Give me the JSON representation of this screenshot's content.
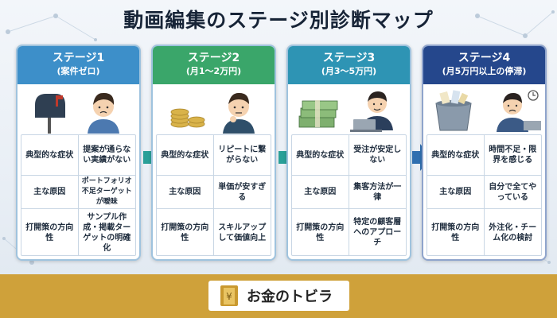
{
  "title": "動画編集のステージ別診断マップ",
  "colors": {
    "stage1": "#3d8fc9",
    "stage2": "#3aa66a",
    "stage3": "#2e94b4",
    "stage4": "#25478c",
    "arrow": "#2aa098",
    "footer": "#cfa13a"
  },
  "stages": [
    {
      "name": "ステージ1",
      "sub": "(案件ゼロ)",
      "illustration": "mailbox-worried-person",
      "rows": [
        {
          "label": "典型的な症状",
          "value": "提案が通らない実績がない"
        },
        {
          "label": "主な原因",
          "value": "ポートフォリオ不足ターゲットが曖昧"
        },
        {
          "label": "打開策の方向性",
          "value": "サンプル作成・掲載ターゲットの明確化"
        }
      ]
    },
    {
      "name": "ステージ2",
      "sub": "(月1〜2万円)",
      "illustration": "coins-thinking-person",
      "rows": [
        {
          "label": "典型的な症状",
          "value": "リピートに繋がらない"
        },
        {
          "label": "主な原因",
          "value": "単価が安すぎる"
        },
        {
          "label": "打開策の方向性",
          "value": "スキルアップして価値向上"
        }
      ]
    },
    {
      "name": "ステージ3",
      "sub": "(月3〜5万円)",
      "illustration": "cash-stack-laptop-person",
      "rows": [
        {
          "label": "典型的な症状",
          "value": "受注が安定しない"
        },
        {
          "label": "主な原因",
          "value": "集客方法が一律"
        },
        {
          "label": "打開策の方向性",
          "value": "特定の顧客層へのアプローチ"
        }
      ]
    },
    {
      "name": "ステージ4",
      "sub": "(月5万円以上の停滞)",
      "illustration": "overflowing-bucket-busy-person",
      "rows": [
        {
          "label": "典型的な症状",
          "value": "時間不足・限界を感じる"
        },
        {
          "label": "主な原因",
          "value": "自分で全てやっている"
        },
        {
          "label": "打開策の方向性",
          "value": "外注化・チーム化の検討"
        }
      ]
    }
  ],
  "footer": {
    "logo_icon": "yen-door-icon",
    "logo_text": "お金のトビラ"
  }
}
